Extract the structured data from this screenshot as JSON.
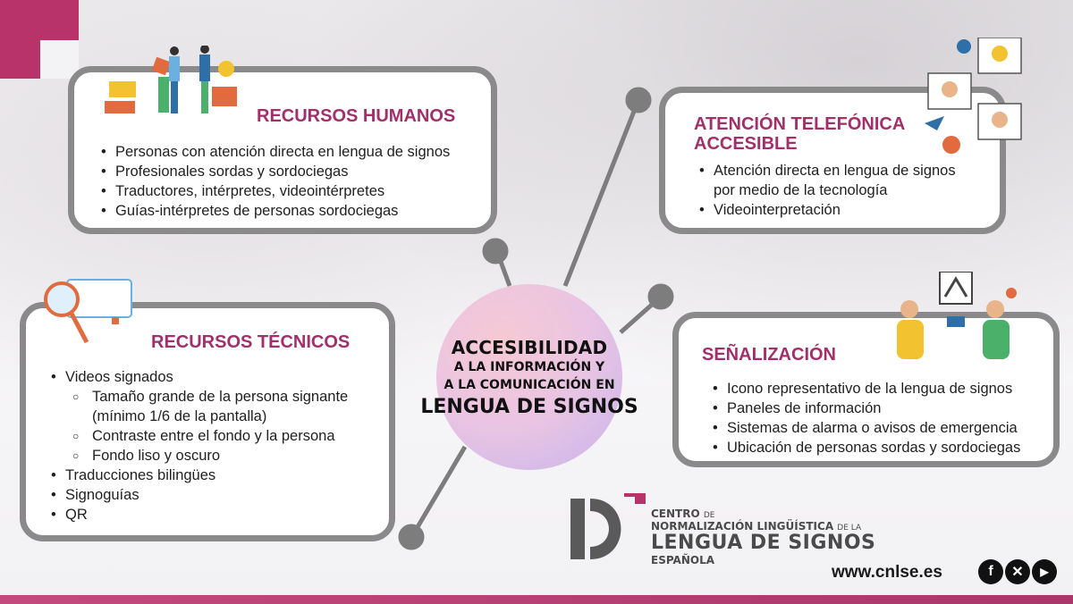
{
  "center": {
    "line1": "ACCESIBILIDAD",
    "line2": "A LA INFORMACIÓN Y",
    "line3": "A LA COMUNICACIÓN EN",
    "line4": "LENGUA DE SIGNOS"
  },
  "recursos_humanos": {
    "title": "RECURSOS HUMANOS",
    "items": [
      "Personas con atención directa en lengua de signos",
      "Profesionales sordas y sordociegas",
      "Traductores, intérpretes, videointérpretes",
      "Guías-intérpretes de personas sordociegas"
    ]
  },
  "atencion": {
    "title_line1": "ATENCIÓN TELEFÓNICA",
    "title_line2": "ACCESIBLE",
    "items": [
      "Atención directa en lengua de signos",
      "por medio de la tecnología",
      "Videointerpretación"
    ]
  },
  "recursos_tecnicos": {
    "title": "RECURSOS TÉCNICOS",
    "items": [
      "Videos signados",
      "Tamaño grande de la persona signante",
      "(mínimo 1/6 de la pantalla)",
      "Contraste entre el fondo y la persona",
      "Fondo liso y oscuro",
      "Traducciones bilingües",
      "Signoguías",
      "QR"
    ]
  },
  "senalizacion": {
    "title": "SEÑALIZACIÓN",
    "items": [
      "Icono representativo de la lengua de signos",
      "Paneles de información",
      "Sistemas de alarma o avisos de emergencia",
      "Ubicación de personas sordas y sordociegas"
    ]
  },
  "logo": {
    "centro": "CENTRO",
    "de1": "DE",
    "normalizacion": "NORMALIZACIÓN LINGÜÍSTICA",
    "de_la": "DE LA",
    "lengua": "LENGUA DE SIGNOS",
    "espanola": "ESPAÑOLA"
  },
  "footer": {
    "url": "www.cnlse.es",
    "social": [
      {
        "icon": "facebook-icon",
        "glyph": "f"
      },
      {
        "icon": "x-icon",
        "glyph": "✕"
      },
      {
        "icon": "youtube-icon",
        "glyph": "▶"
      }
    ]
  },
  "colors": {
    "accent": "#a1306a",
    "border": "#8a8a8a",
    "connector": "#7d7d7d"
  }
}
